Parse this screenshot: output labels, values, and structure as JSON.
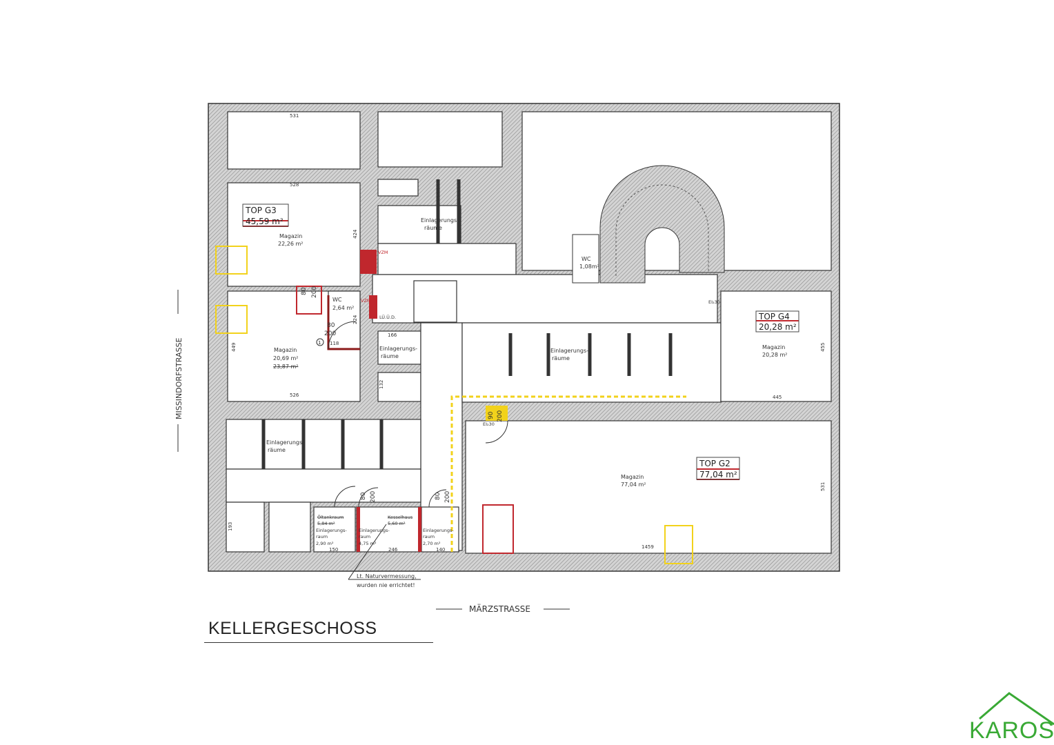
{
  "title": "KELLERGESCHOSS",
  "streets": {
    "west": "MISSINDORFSTRASSE",
    "south": "MÄRZSTRASSE"
  },
  "units": [
    {
      "name": "TOP G3",
      "area": "45,59 m²"
    },
    {
      "name": "TOP G4",
      "area": "20,28 m²"
    },
    {
      "name": "TOP G2",
      "area": "77,04 m²"
    }
  ],
  "rooms": {
    "g3_magazin_upper": {
      "label": "Magazin",
      "area": "22,26 m²"
    },
    "g3_magazin_lower": {
      "label": "Magazin",
      "area": "20,69 m²",
      "old_area": "23,87 m²"
    },
    "g3_wc": {
      "label": "WC",
      "area": "2,64 m²"
    },
    "g4_magazin": {
      "label": "Magazin",
      "area": "20,28 m²"
    },
    "g2_magazin": {
      "label": "Magazin",
      "area": "77,04 m²"
    },
    "wc_stair": {
      "label": "WC",
      "area": "1,08m²"
    },
    "einlagerung_1": "Einlagerungs-\nräume",
    "einlagerung_label": "Einlagerungs-",
    "einlagerung_label2": "räume",
    "oeltank": {
      "label": "Öltankraum",
      "area": "5,84 m²",
      "new_label": "Einlagerungs-",
      "new_label2": "raum",
      "new_area": "2,90 m²"
    },
    "kessel": {
      "label": "Kesselhaus",
      "area": "5,60 m²"
    },
    "einl_mid": {
      "label": "Einlagerungs-",
      "label2": "raum",
      "area": "4,75 m²"
    },
    "einl_right": {
      "label": "Einlagerungs-",
      "label2": "raum",
      "area": "2,70 m²"
    }
  },
  "annotations": {
    "vzm": "VZM",
    "luod": "LÜ.Ü.D.",
    "ei30": "EI₂30",
    "note_line1": "Lt. Naturvermessung,",
    "note_line2": "wurden nie errichtet!",
    "circle_1": "1"
  },
  "dimensions": {
    "d531_top": "531",
    "d528": "528",
    "d424": "424",
    "d224": "224",
    "d118": "118",
    "d449": "449",
    "d526": "526",
    "d166": "166",
    "d132": "132",
    "d455": "455",
    "d445": "445",
    "d531_right": "531",
    "d1459": "1459",
    "d193": "193",
    "d150": "150",
    "d246": "246",
    "d140": "140",
    "door_w80": "80",
    "door_h200": "200",
    "door_w90": "90"
  },
  "logo": "KAROS",
  "colors": {
    "wall": "#bdbdbd",
    "red": "#c0272d",
    "yellow": "#f2d21b",
    "logo_green": "#39a935"
  }
}
